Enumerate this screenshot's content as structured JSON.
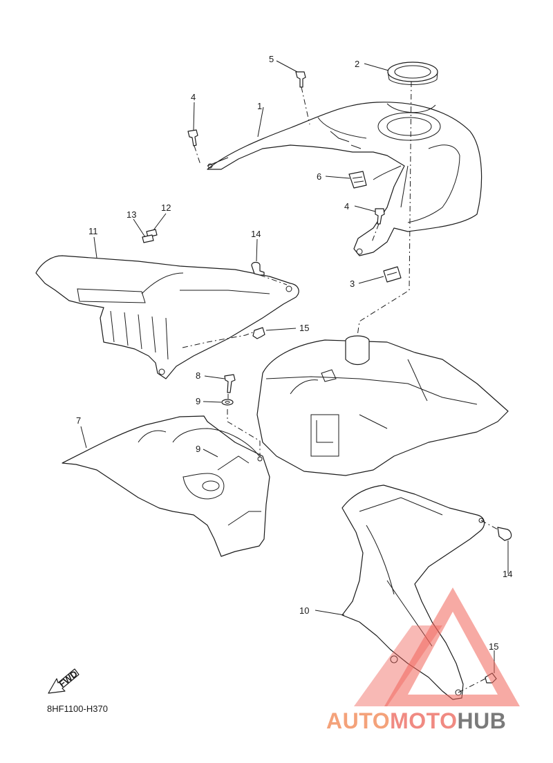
{
  "diagram": {
    "callouts": [
      "1",
      "2",
      "3",
      "4",
      "4",
      "5",
      "6",
      "7",
      "8",
      "9",
      "9",
      "10",
      "11",
      "12",
      "13",
      "14",
      "14",
      "15",
      "15"
    ],
    "fwd_label": "FWD",
    "diagram_code": "8HF1100-H370"
  },
  "watermark": {
    "part1": "AUTO",
    "part2": "MOTO",
    "part3": "HUB",
    "colors": {
      "accent": "#f4a27a",
      "secondary": "#f08a82",
      "dark": "#7a7a7a",
      "triangle": "#f0645a"
    }
  }
}
